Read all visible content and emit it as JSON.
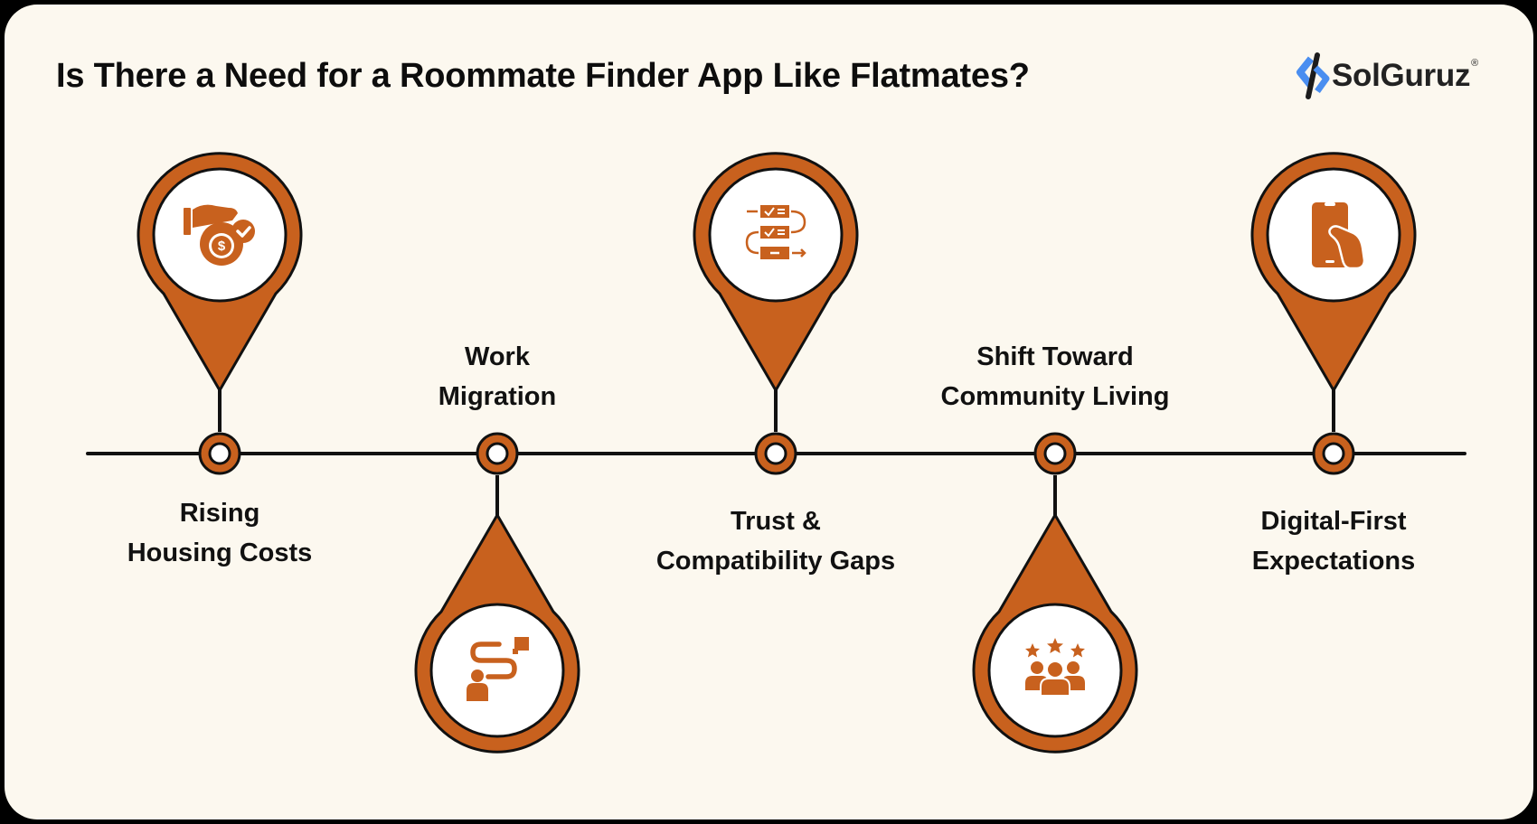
{
  "header": {
    "title": "Is There a Need for a Roommate Finder App Like Flatmates?"
  },
  "logo": {
    "name": "SolGuruz",
    "registered_mark": "®"
  },
  "colors": {
    "background": "#FCF8EF",
    "accent": "#C8611E",
    "outline": "#111111",
    "text": "#111111",
    "logo_blue": "#4A8EF0"
  },
  "timeline": {
    "items": [
      {
        "line1": "Rising",
        "line2": "Housing Costs",
        "icon": "money-bag-hand-icon",
        "pin_position": "above"
      },
      {
        "line1": "Work",
        "line2": "Migration",
        "icon": "relocation-path-icon",
        "pin_position": "below"
      },
      {
        "line1": "Trust &",
        "line2": "Compatibility Gaps",
        "icon": "checklist-flow-icon",
        "pin_position": "above"
      },
      {
        "line1": "Shift Toward",
        "line2": "Community Living",
        "icon": "group-stars-icon",
        "pin_position": "below"
      },
      {
        "line1": "Digital-First",
        "line2": "Expectations",
        "icon": "smartphone-hand-icon",
        "pin_position": "above"
      }
    ]
  }
}
